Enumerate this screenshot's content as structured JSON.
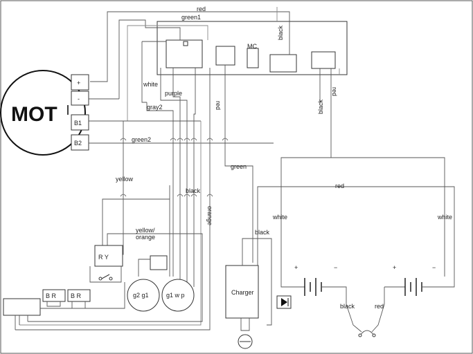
{
  "motor": {
    "label": "MOT",
    "terminals": [
      "+",
      "-",
      "B1",
      "B2"
    ]
  },
  "wire_labels": {
    "red_top": "red",
    "green1": "green1",
    "black_top": "black",
    "mc": "MC",
    "white": "white",
    "purple": "purple",
    "gray2": "gray2",
    "red_mid": "red",
    "green2": "green2",
    "black_right": "black",
    "red_right": "red",
    "green_mid": "green",
    "yellow": "yellow",
    "black_mid": "black",
    "orange": "orange",
    "red_bus": "red",
    "white_left": "white",
    "white_right": "white",
    "yellow_orange": "yellow/\norange",
    "black_charger": "black",
    "black_bottom": "black",
    "red_bottom": "red"
  },
  "relay": {
    "label": "R Y"
  },
  "br_blocks": [
    {
      "label": "B  R"
    },
    {
      "label": "B  R"
    }
  ],
  "gauges": [
    {
      "label": "g2 g1"
    },
    {
      "label": "g1 w p"
    }
  ],
  "charger": {
    "label": "Charger"
  },
  "battery_signs": {
    "plus": "+",
    "minus": "−"
  }
}
